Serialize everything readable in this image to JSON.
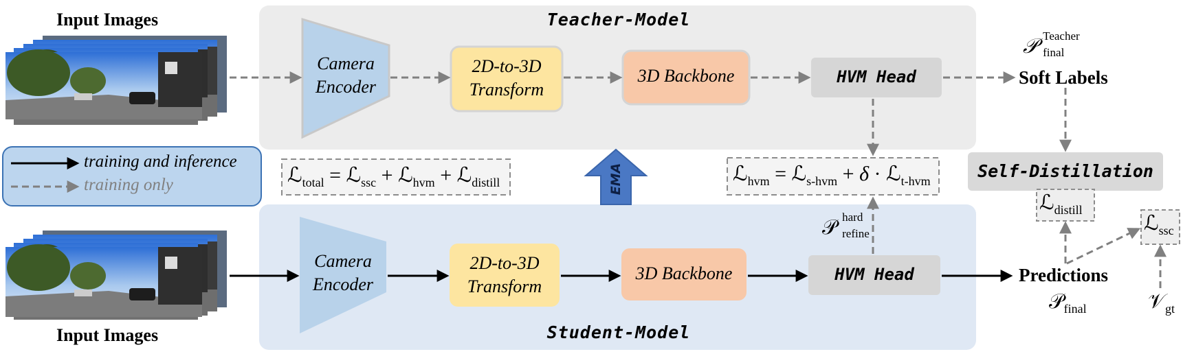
{
  "panels": {
    "teacher_title": "Teacher-Model",
    "student_title": "Student-Model"
  },
  "input_images": {
    "top_label": "Input Images",
    "bottom_label": "Input Images"
  },
  "teacher": {
    "encoder_line1": "Camera",
    "encoder_line2": "Encoder",
    "transform_line1": "2D-to-3D",
    "transform_line2": "Transform",
    "backbone": "3D Backbone",
    "head": "HVM Head"
  },
  "student": {
    "encoder_line1": "Camera",
    "encoder_line2": "Encoder",
    "transform_line1": "2D-to-3D",
    "transform_line2": "Transform",
    "backbone": "3D Backbone",
    "head": "HVM Head"
  },
  "legend": {
    "solid_label": "training and inference",
    "dashed_label": "training only"
  },
  "ema_label": "EMA",
  "soft_labels": "Soft Labels",
  "self_distillation": "Self-Distillation",
  "predictions": "Predictions",
  "math": {
    "teacher_P_sup": "Teacher",
    "teacher_P_sub": "final",
    "hard_P_sup": "hard",
    "hard_P_sub": "refine",
    "pred_P_sub": "final",
    "gt_V_sub": "gt",
    "loss_distill_sub": "distill",
    "loss_ssc_sub": "ssc",
    "total_eq": {
      "lhs_sub": "total",
      "t1_sub": "ssc",
      "t2_sub": "hvm",
      "t3_sub": "distill"
    },
    "hvm_eq": {
      "lhs_sub": "hvm",
      "t1_sub": "s-hvm",
      "delta": "δ",
      "t2_sub": "t-hvm"
    }
  },
  "colors": {
    "teacher_bg": "#ececec",
    "student_bg": "#dfe8f4",
    "encoder_fill": "#b8d2ea",
    "transform_fill": "#fde5a0",
    "backbone_fill": "#f8c8a8",
    "head_fill": "#d6d6d6",
    "legend_fill": "#bcd5ee",
    "legend_stroke": "#3b72b4",
    "ema_fill": "#4a78c4",
    "dashed_gray": "#808080",
    "distill_box": "#d9d9d9"
  }
}
